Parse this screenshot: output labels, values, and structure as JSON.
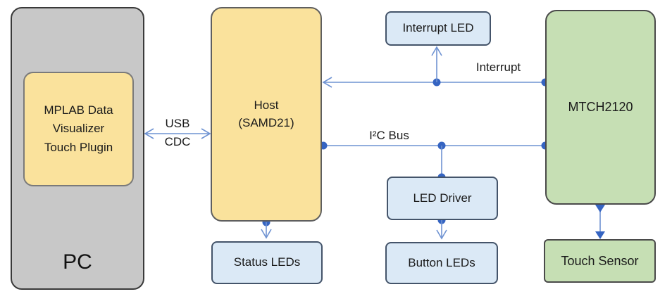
{
  "diagram": {
    "type": "block-diagram",
    "nodes": {
      "pc": {
        "label": "PC"
      },
      "mplab_plugin": {
        "lines": [
          "MPLAB Data",
          "Visualizer",
          "Touch Plugin"
        ]
      },
      "host": {
        "lines": [
          "Host",
          "(SAMD21)"
        ]
      },
      "interrupt_led": {
        "label": "Interrupt LED"
      },
      "mtch2120": {
        "label": "MTCH2120"
      },
      "status_leds": {
        "label": "Status LEDs"
      },
      "led_driver": {
        "label": "LED Driver"
      },
      "button_leds": {
        "label": "Button LEDs"
      },
      "touch_sensor": {
        "label": "Touch Sensor"
      }
    },
    "connections": {
      "usb_cdc": {
        "line1": "USB",
        "line2": "CDC"
      },
      "interrupt": {
        "label": "Interrupt"
      },
      "i2c": {
        "label": "I²C Bus"
      }
    },
    "colors": {
      "pc_fill": "#c8c8c8",
      "yellow_fill": "#fae29c",
      "green_fill": "#c6dfb4",
      "blue_box_fill": "#dbe9f6",
      "wire": "#6f93d2",
      "junction": "#3564c2",
      "text": "#1a1a1a"
    }
  }
}
